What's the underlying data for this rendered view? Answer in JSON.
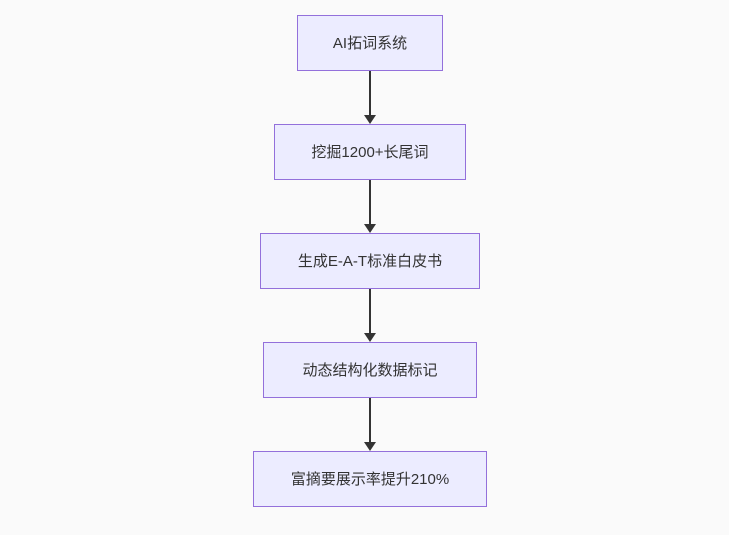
{
  "diagram": {
    "type": "flowchart",
    "direction": "top-down",
    "colors": {
      "background": "#fafafa",
      "node_fill": "#ECECFF",
      "node_border": "#9370DB",
      "edge_color": "#333333",
      "text_color": "#333333"
    },
    "nodes": [
      {
        "id": "n1",
        "label": "AI拓词系统"
      },
      {
        "id": "n2",
        "label": "挖掘1200+长尾词"
      },
      {
        "id": "n3",
        "label": "生成E-A-T标准白皮书"
      },
      {
        "id": "n4",
        "label": "动态结构化数据标记"
      },
      {
        "id": "n5",
        "label": "富摘要展示率提升210%"
      }
    ],
    "edges": [
      {
        "from": "n1",
        "to": "n2"
      },
      {
        "from": "n2",
        "to": "n3"
      },
      {
        "from": "n3",
        "to": "n4"
      },
      {
        "from": "n4",
        "to": "n5"
      }
    ]
  }
}
